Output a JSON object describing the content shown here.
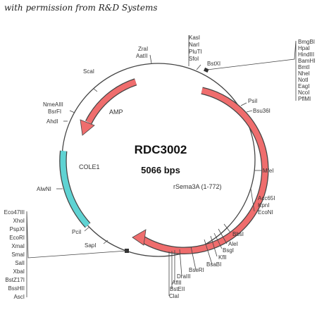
{
  "credit": "with permission from R&D Systems",
  "plasmid": {
    "name": "RDC3002",
    "size": "5066 bps",
    "features": {
      "amp": "AMP",
      "cole1": "COLE1",
      "insert": "rSema3A (1-772)"
    },
    "sites": {
      "zrai": "ZraI",
      "aatii": "AatII",
      "kasi": "KasI",
      "nari": "NarI",
      "pluti": "PluTI",
      "sfoi": "SfoI",
      "bstxi": "BstXI",
      "scai": "ScaI",
      "nmeaiii": "NmeAIII",
      "bsrfi": "BsrFI",
      "ahdi": "AhdI",
      "psii": "PsiI",
      "bsu36i": "Bsu36I",
      "mfei": "MfeI",
      "acc65i": "Acc65I",
      "kpni": "KpnI",
      "econi": "EcoNI",
      "alwni": "AlwNI",
      "pcii": "PciI",
      "sapi": "SapI",
      "bbsi": "BbsI",
      "alei": "AleI",
      "bsgi": "BsgI",
      "kfli": "KflI",
      "bsabi": "BsaBI",
      "bseri": "BseRI",
      "draiii": "DraIII",
      "afiii": "AflII",
      "bsteii": "BstEII",
      "clai": "ClaI"
    },
    "mcs_top": [
      "BmgBI",
      "HpaI",
      "HindIII",
      "BamHI",
      "BmtI",
      "NheI",
      "NotI",
      "EagI",
      "NcoI",
      "PflMI"
    ],
    "mcs_bottom": [
      "Eco47III",
      "XhoI",
      "PspXI",
      "EcoRI",
      "XmaI",
      "SmaI",
      "SalI",
      "XbaI",
      "BstZ17I",
      "BssHII",
      "AscI"
    ]
  },
  "colors": {
    "insert_arrow": "#ef6d6d",
    "amp_arrow": "#ef6d6d",
    "cole1_band": "#5fd3d3",
    "backbone": "#444444"
  }
}
